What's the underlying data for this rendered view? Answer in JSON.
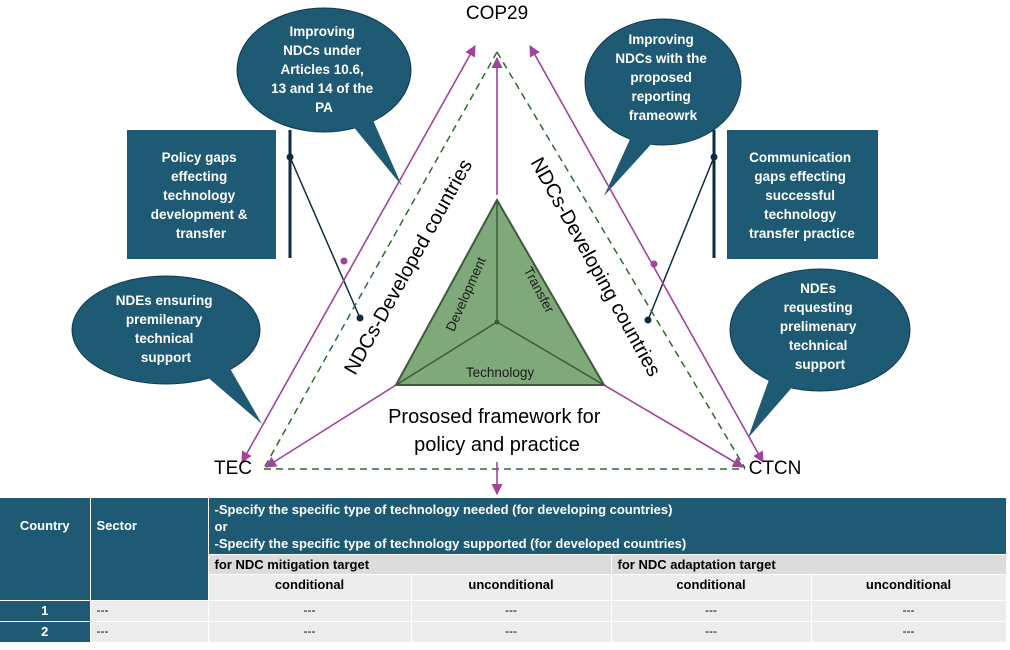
{
  "nodes": {
    "top": "COP29",
    "left": "TEC",
    "right": "CTCN"
  },
  "bubbles": {
    "top_left": [
      "Improving",
      "NDCs under",
      "Articles 10.6,",
      "13 and 14 of the",
      "PA"
    ],
    "top_right": [
      "Improving",
      "NDCs with the",
      "proposed",
      "reporting",
      "frameowrk"
    ],
    "bottom_left": [
      "NDEs ensuring",
      "premilenary",
      "technical",
      "support"
    ],
    "bottom_right": [
      "NDEs",
      "requesting",
      "prelimenary",
      "technical",
      "support"
    ]
  },
  "boxes": {
    "left": [
      "Policy gaps",
      "effecting",
      "technology",
      "development &",
      "transfer"
    ],
    "right": [
      "Communication",
      "gaps effecting",
      "successful",
      "technology",
      "transfer practice"
    ]
  },
  "side_labels": {
    "left": "NDCs-Developed countries",
    "right": "NDCs-Developing countries"
  },
  "inner_triangle": {
    "left": "Development",
    "right": "Transfer",
    "bottom": "Technology"
  },
  "center_caption": [
    "Prososed framework for",
    "policy and practice"
  ],
  "colors": {
    "teal": "#1f5a75",
    "purple": "#a0449c",
    "green_dash": "#2e6b2e",
    "triangle_fill": "#7fa97a"
  },
  "table": {
    "col_country": "Country",
    "col_sector": "Sector",
    "spec_lines": [
      "-Specify the specific type of technology needed  (for developing countries)",
      "or",
      "-Specify the specific type of technology supported (for developed countries)"
    ],
    "mitigation": "for NDC mitigation target",
    "adaptation": "for NDC adaptation target",
    "conditional": "conditional",
    "unconditional": "unconditional",
    "rows": [
      {
        "id": "1",
        "cells": [
          "---",
          "---",
          "---",
          "---",
          "---"
        ]
      },
      {
        "id": "2",
        "cells": [
          "---",
          "---",
          "---",
          "---",
          "---"
        ]
      }
    ]
  }
}
